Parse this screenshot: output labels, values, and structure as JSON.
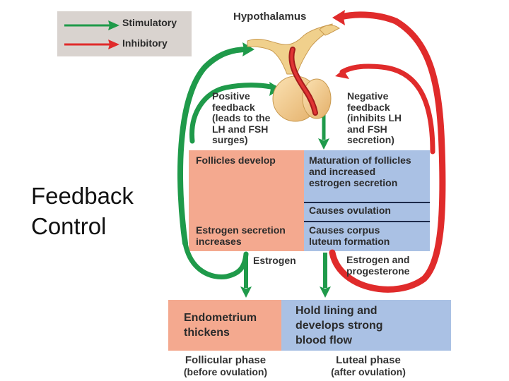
{
  "slide_title": "Feedback\nControl",
  "legend": {
    "stimulatory": "Stimulatory",
    "inhibitory": "Inhibitory"
  },
  "colors": {
    "stimulatory": "#1f9a4a",
    "inhibitory": "#e02b2b",
    "ovary_box": "#f4a98f",
    "uterus_box": "#aac1e4",
    "legend_bg": "#d9d3cf"
  },
  "labels": {
    "hypothalamus": "Hypothalamus",
    "positive_feedback": "Positive\nfeedback\n(leads to the\nLH and FSH\nsurges)",
    "negative_feedback": "Negative\nfeedback\n(inhibits LH\nand FSH\nsecretion)",
    "estrogen": "Estrogen",
    "estrogen_progesterone": "Estrogen and\nprogesterone"
  },
  "ovary_box": {
    "left_top": "Follicles develop",
    "left_bottom": "Estrogen secretion\nincreases",
    "right_1": "Maturation of follicles\nand increased\nestrogen secretion",
    "right_2": "Causes ovulation",
    "right_3": "Causes corpus\nluteum formation"
  },
  "uterus_box": {
    "left": "Endometrium\nthickens",
    "right": "Hold lining and\ndevelops strong\nblood flow"
  },
  "phases": {
    "follicular": "Follicular phase",
    "follicular_sub": "(before ovulation)",
    "luteal": "Luteal phase",
    "luteal_sub": "(after ovulation)"
  },
  "icons": [
    "stimulatory-arrow-icon",
    "inhibitory-arrow-icon",
    "pituitary-gland-icon"
  ]
}
